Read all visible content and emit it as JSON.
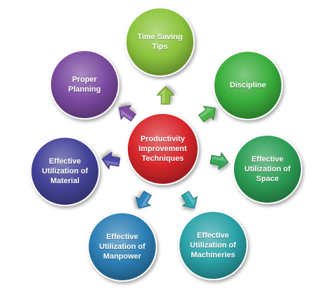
{
  "center": {
    "label": "Productivity\nImprovement\nTechniques",
    "color": "#d9262b"
  },
  "nodes": [
    {
      "id": "time-saving-tips",
      "label": "Time Saving\nTips",
      "color": "#8cc43c",
      "arrow_color": "#8cc43c"
    },
    {
      "id": "discipline",
      "label": "Discipline",
      "color": "#3aae3c",
      "arrow_color": "#4ab54a"
    },
    {
      "id": "effective-utilization-of-space",
      "label": "Effective\nUtilization of\nSpace",
      "color": "#2c9e55",
      "arrow_color": "#34a858"
    },
    {
      "id": "effective-utilization-of-machineries",
      "label": "Effective\nUtilization of\nMachineries",
      "color": "#2aa3a8",
      "arrow_color": "#2ba6ad"
    },
    {
      "id": "effective-utilization-of-manpower",
      "label": "Effective\nUtilization of\nManpower",
      "color": "#2c7fb5",
      "arrow_color": "#2d84bd"
    },
    {
      "id": "effective-utilization-of-material",
      "label": "Effective\nUtilization of\nMaterial",
      "color": "#45449a",
      "arrow_color": "#4a4aa8"
    },
    {
      "id": "proper-planning",
      "label": "Proper\nPlanning",
      "color": "#7b4aa0",
      "arrow_color": "#7e4ea8"
    }
  ]
}
